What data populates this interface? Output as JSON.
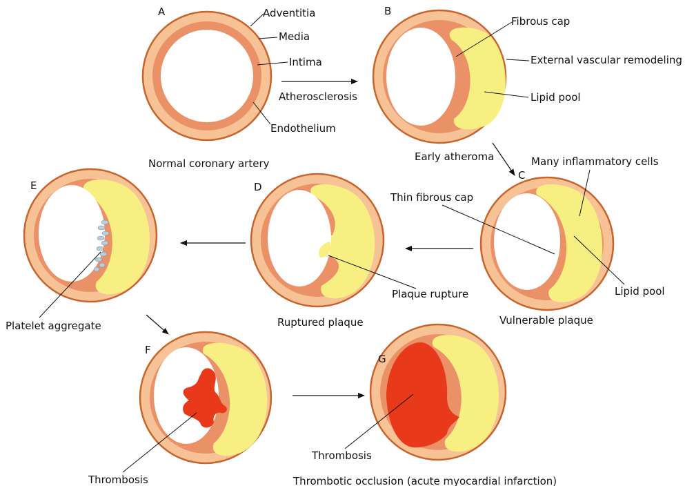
{
  "colors": {
    "adventitia": "#f7c396",
    "media": "#ea9168",
    "ring_stroke": "#c8632b",
    "lipid": "#f8ef82",
    "lumen": "#ffffff",
    "thrombus": "#e8391a",
    "platelet": "#b9cfdc"
  },
  "panels": {
    "a": {
      "letter": "A",
      "caption": "Normal coronary artery"
    },
    "b": {
      "letter": "B",
      "caption": "Early atheroma"
    },
    "c": {
      "letter": "C",
      "caption": "Vulnerable plaque"
    },
    "d": {
      "letter": "D",
      "caption": "Ruptured plaque"
    },
    "e": {
      "letter": "E"
    },
    "f": {
      "letter": "F"
    },
    "g": {
      "letter": "G",
      "caption": "Thrombotic occlusion (acute myocardial infarction)"
    }
  },
  "labels": {
    "adventitia": "Adventitia",
    "media": "Media",
    "intima": "Intima",
    "endothelium": "Endothelium",
    "atherosclerosis": "Atherosclerosis",
    "fibrous_cap": "Fibrous cap",
    "external_remodeling": "External vascular remodeling",
    "lipid_pool_b": "Lipid pool",
    "many_inflammatory": "Many inflammatory cells",
    "thin_fibrous_cap": "Thin fibrous cap",
    "lipid_pool_c": "Lipid pool",
    "plaque_rupture": "Plaque rupture",
    "platelet_aggregate": "Platelet aggregate",
    "thrombosis_f": "Thrombosis",
    "thrombosis_g": "Thrombosis"
  }
}
